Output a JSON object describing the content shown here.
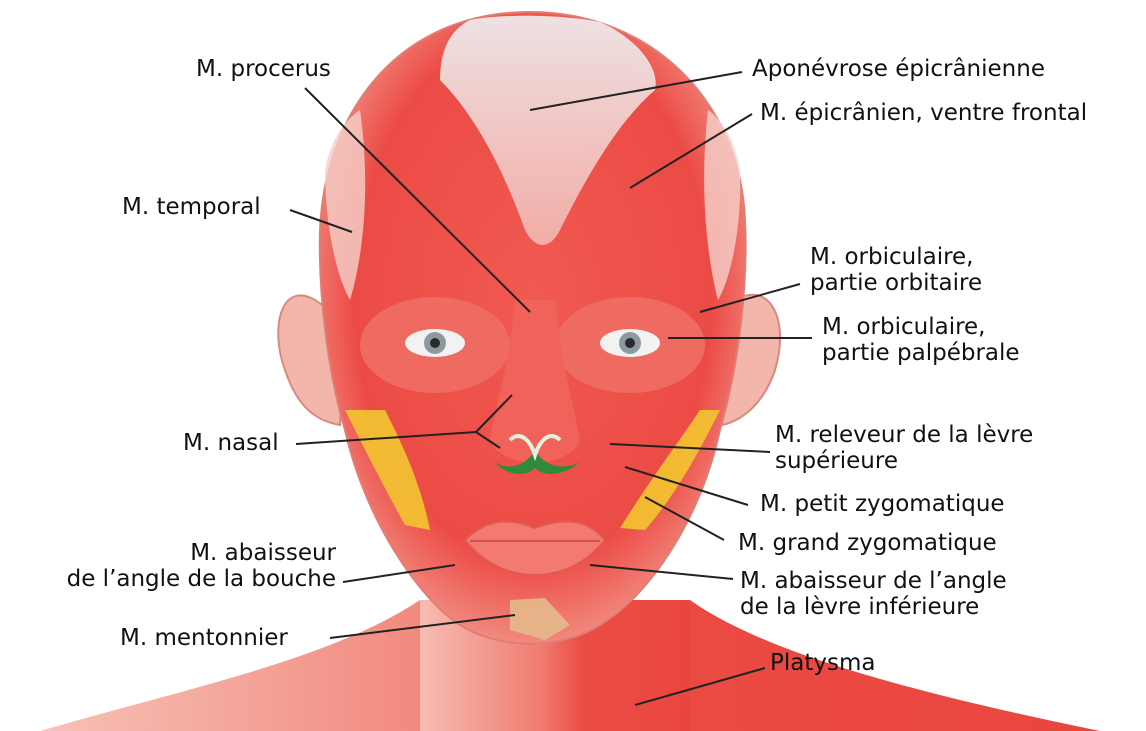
{
  "labels": {
    "procerus": "M. procerus",
    "aponevrose": "Aponévrose épicrânienne",
    "epicranien": "M. épicrânien, ventre frontal",
    "temporal": "M. temporal",
    "orbiculaire_orbitaire": [
      "M. orbiculaire,",
      "partie orbitaire"
    ],
    "orbiculaire_palpebrale": [
      "M. orbiculaire,",
      "partie palpébrale"
    ],
    "nasal": "M. nasal",
    "releveur": [
      "M. releveur de la lèvre",
      "supérieure"
    ],
    "petit_zygomatique": "M. petit zygomatique",
    "grand_zygomatique": "M. grand zygomatique",
    "abaisseur_bouche": [
      "M. abaisseur",
      "de l’angle de la bouche"
    ],
    "abaisseur_levre": [
      "M. abaisseur de l’angle",
      "de la lèvre inférieure"
    ],
    "mentonnier": "M. mentonnier",
    "platysma": "Platysma"
  },
  "colors": {
    "muscle": "#ee4a45",
    "muscle_light": "#f7b2a8",
    "aponeurosis": "#ece3e6",
    "fat": "#f3c530",
    "nostril": "#2f8a3a",
    "leader_line": "#222222"
  }
}
